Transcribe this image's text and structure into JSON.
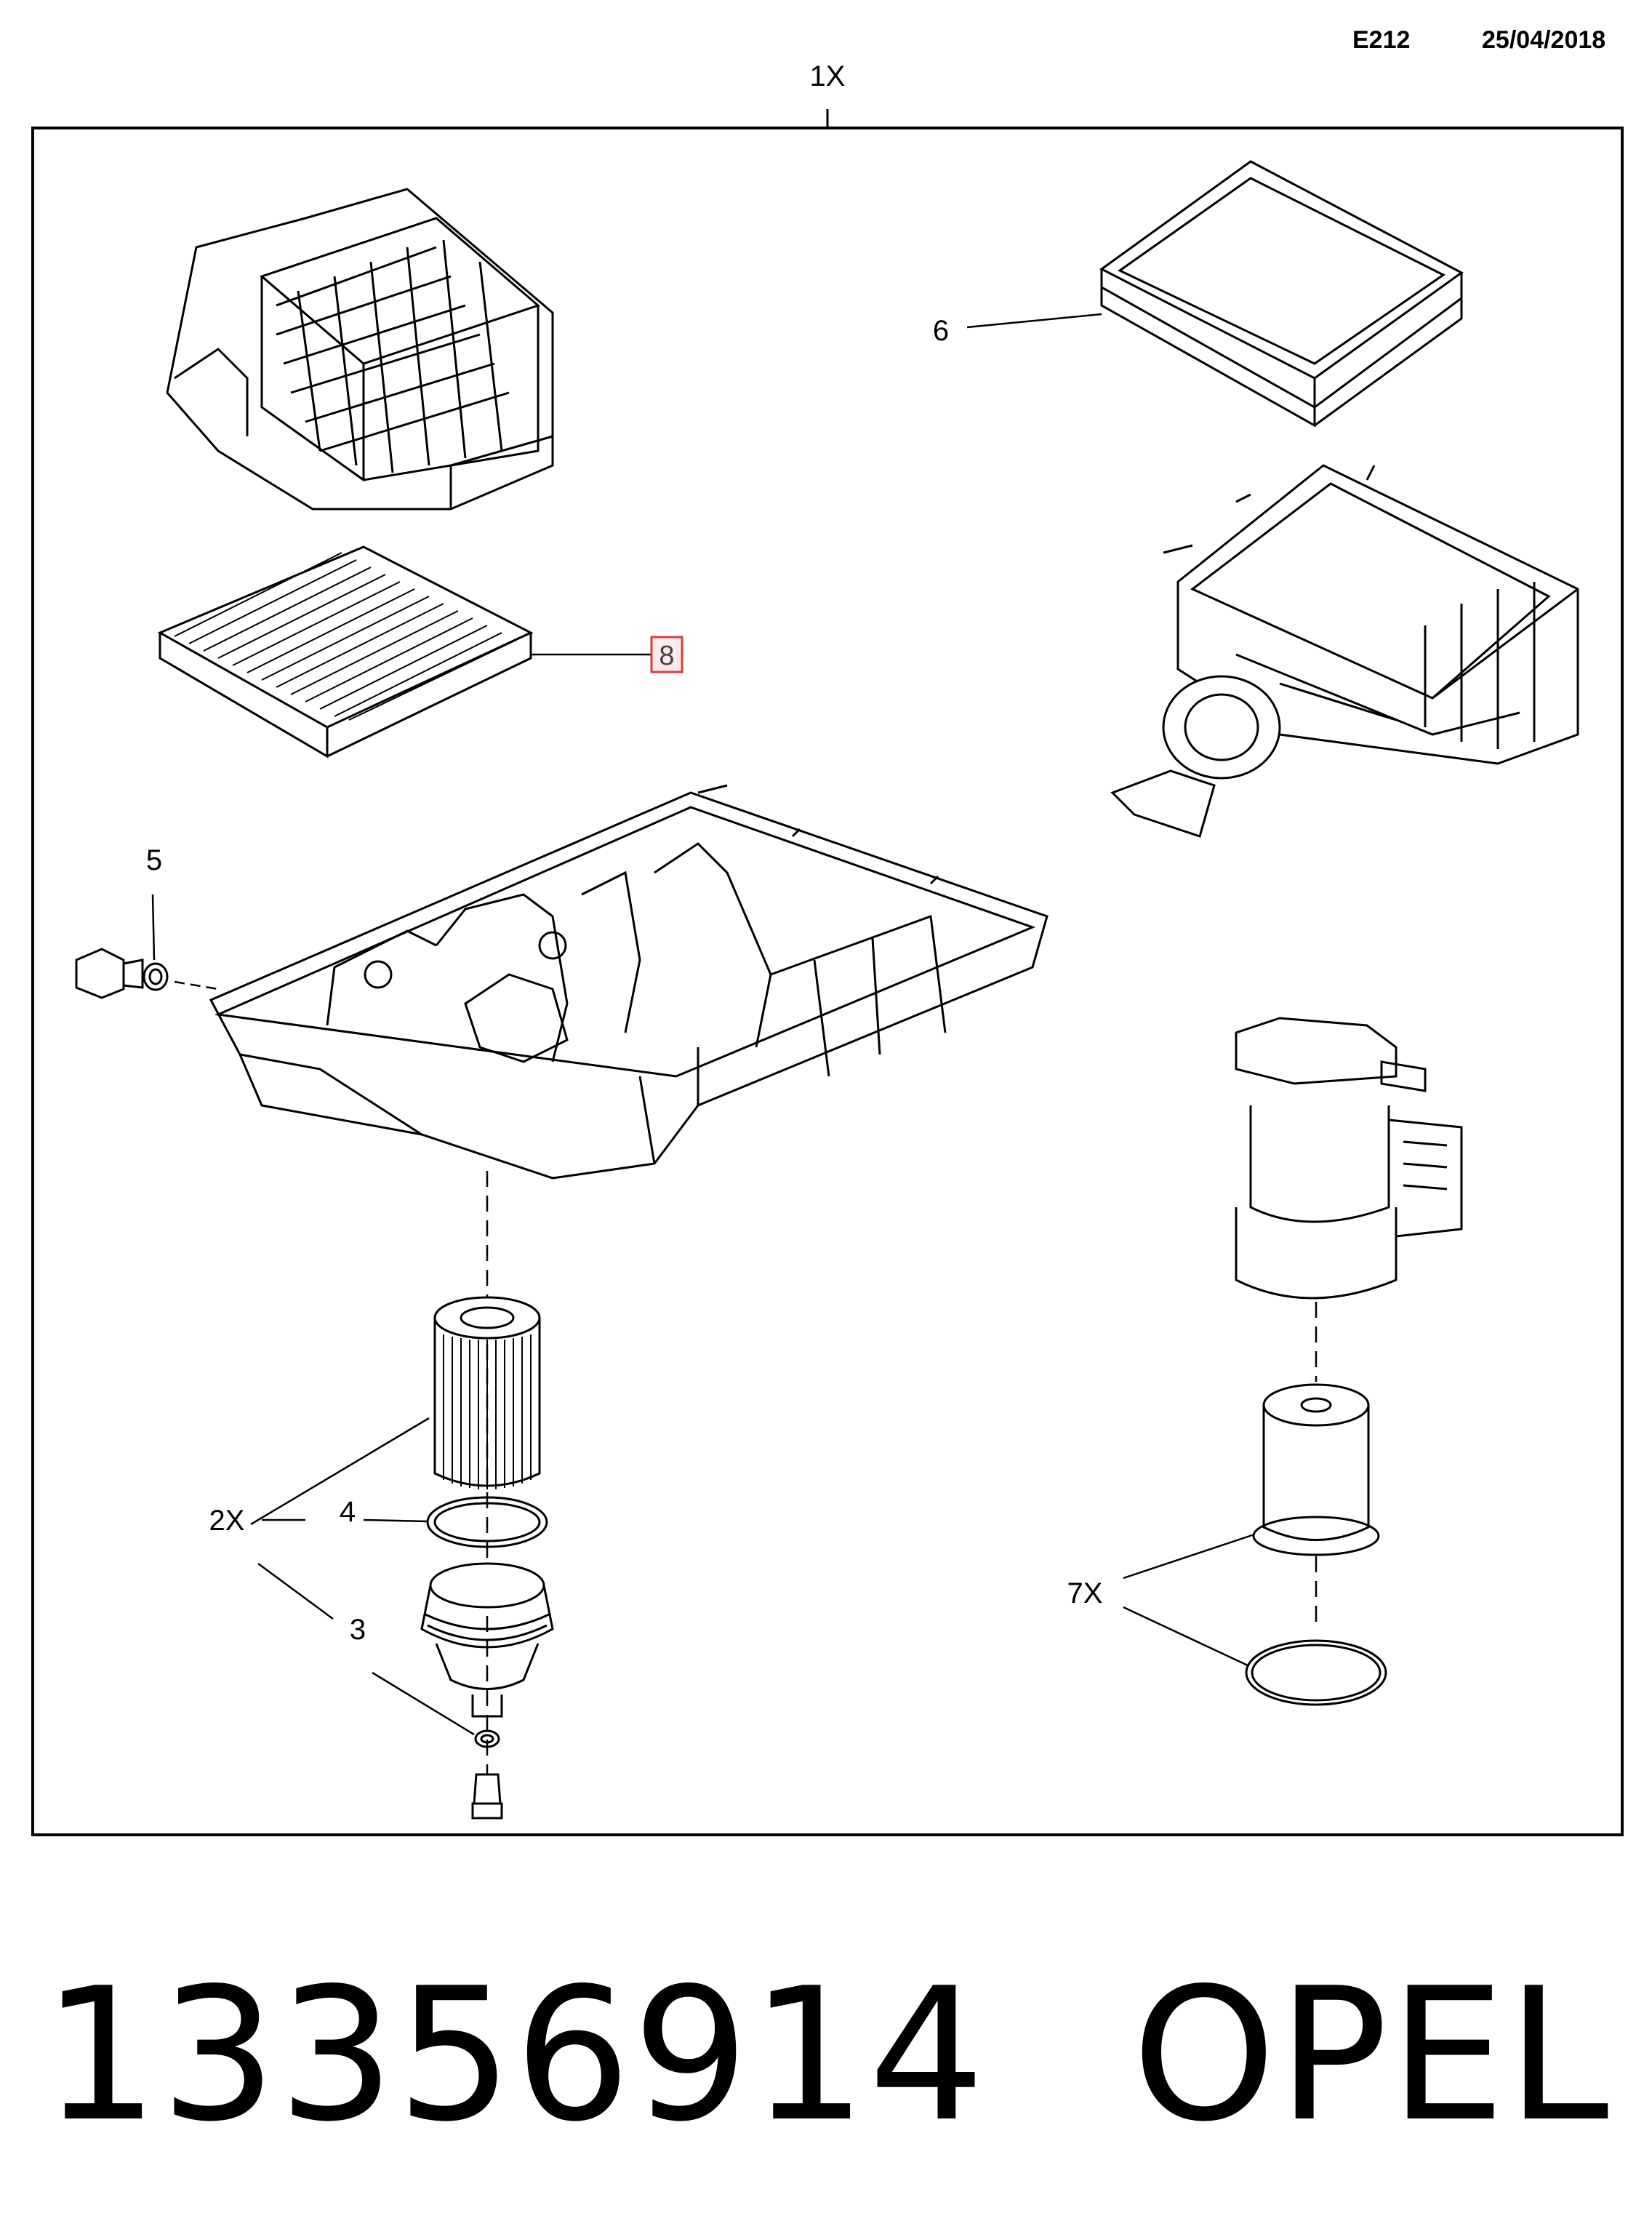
{
  "header": {
    "code": "E212",
    "date": "25/04/2018"
  },
  "callouts": {
    "kit": "1X",
    "oil_filter_kit": "2X",
    "drain_plug": "3",
    "o_ring": "4",
    "sump_plug": "5",
    "air_filter": "6",
    "fuel_filter_kit": "7X",
    "cabin_filter": "8"
  },
  "highlight_color": "#e23a3a",
  "footer": {
    "part_number": "13356914",
    "brand": "OPEL"
  }
}
